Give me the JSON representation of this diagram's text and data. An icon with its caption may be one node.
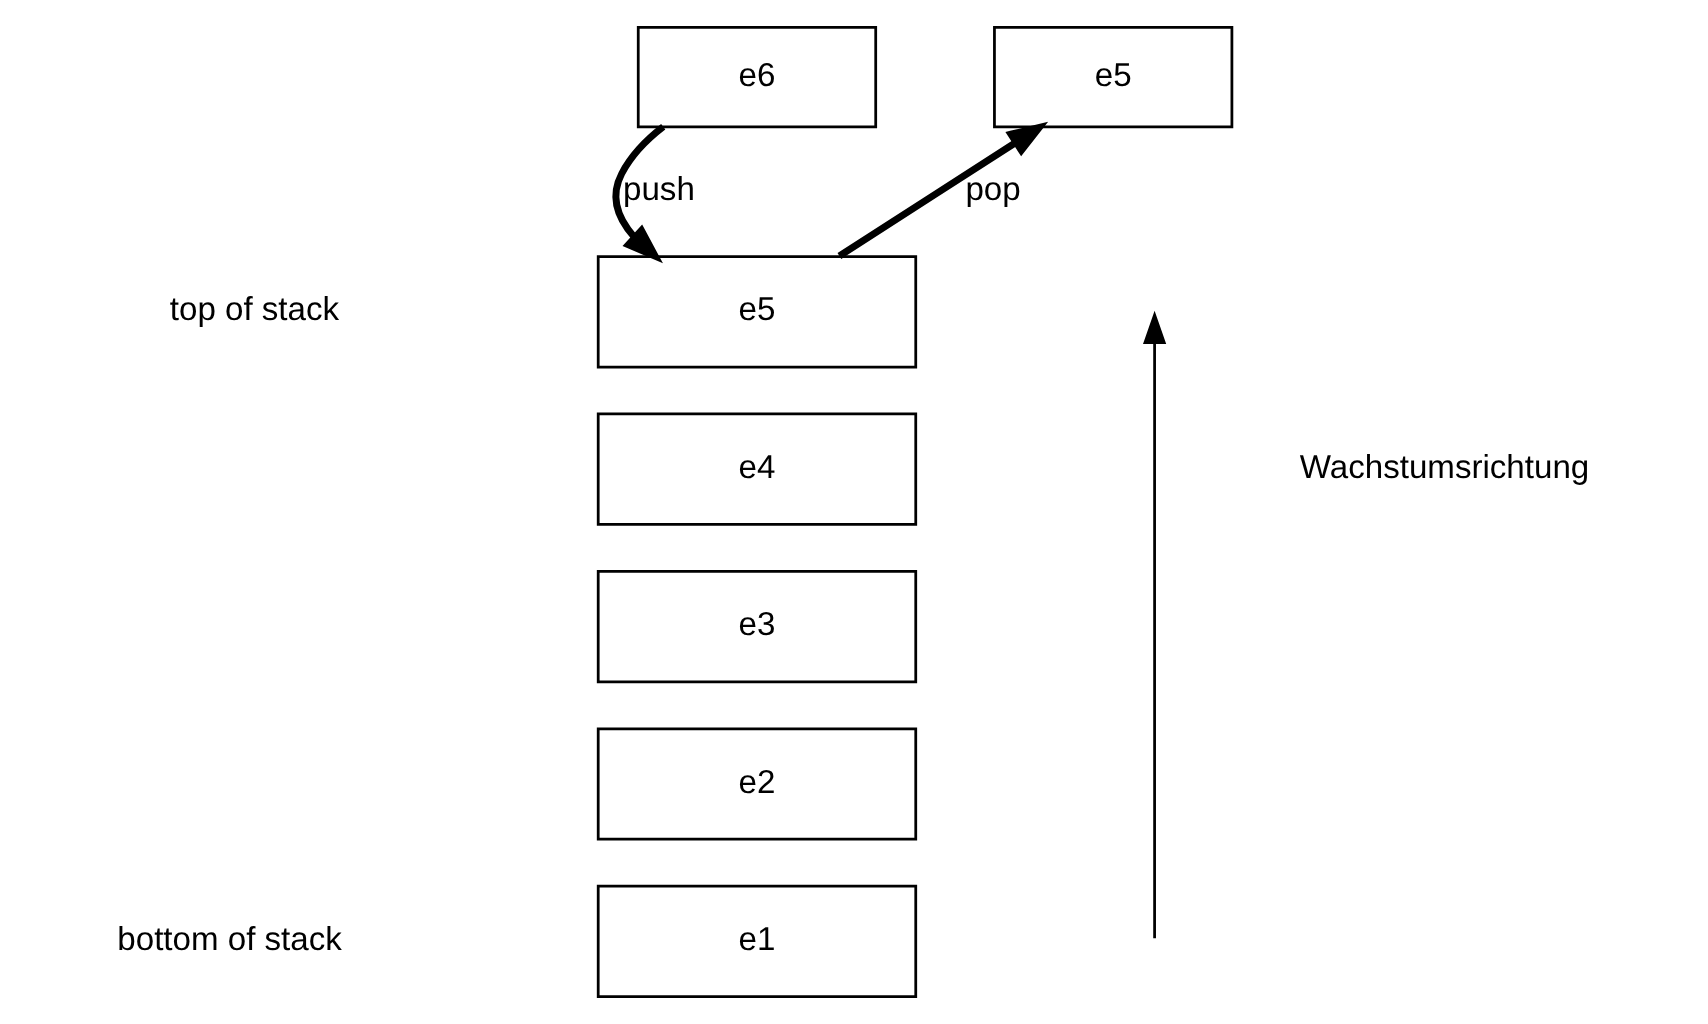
{
  "diagram": {
    "nodes": [
      {
        "text": [
          "e6"
        ]
      },
      {
        "text": [
          "e5"
        ]
      },
      {
        "text": [
          "e5"
        ]
      },
      {
        "text": [
          "e4"
        ]
      },
      {
        "text": [
          "e3"
        ]
      },
      {
        "text": [
          "e2"
        ]
      },
      {
        "text": [
          "e1"
        ]
      }
    ],
    "edges": [
      {
        "from": 0,
        "to": 2,
        "arrow": "to",
        "label": "push"
      },
      {
        "from": 2,
        "to": 1,
        "arrow": "to",
        "label": "pop"
      }
    ],
    "labels": [
      "top of stack",
      "Wachstumsrichtung",
      "bottom of stack"
    ]
  }
}
